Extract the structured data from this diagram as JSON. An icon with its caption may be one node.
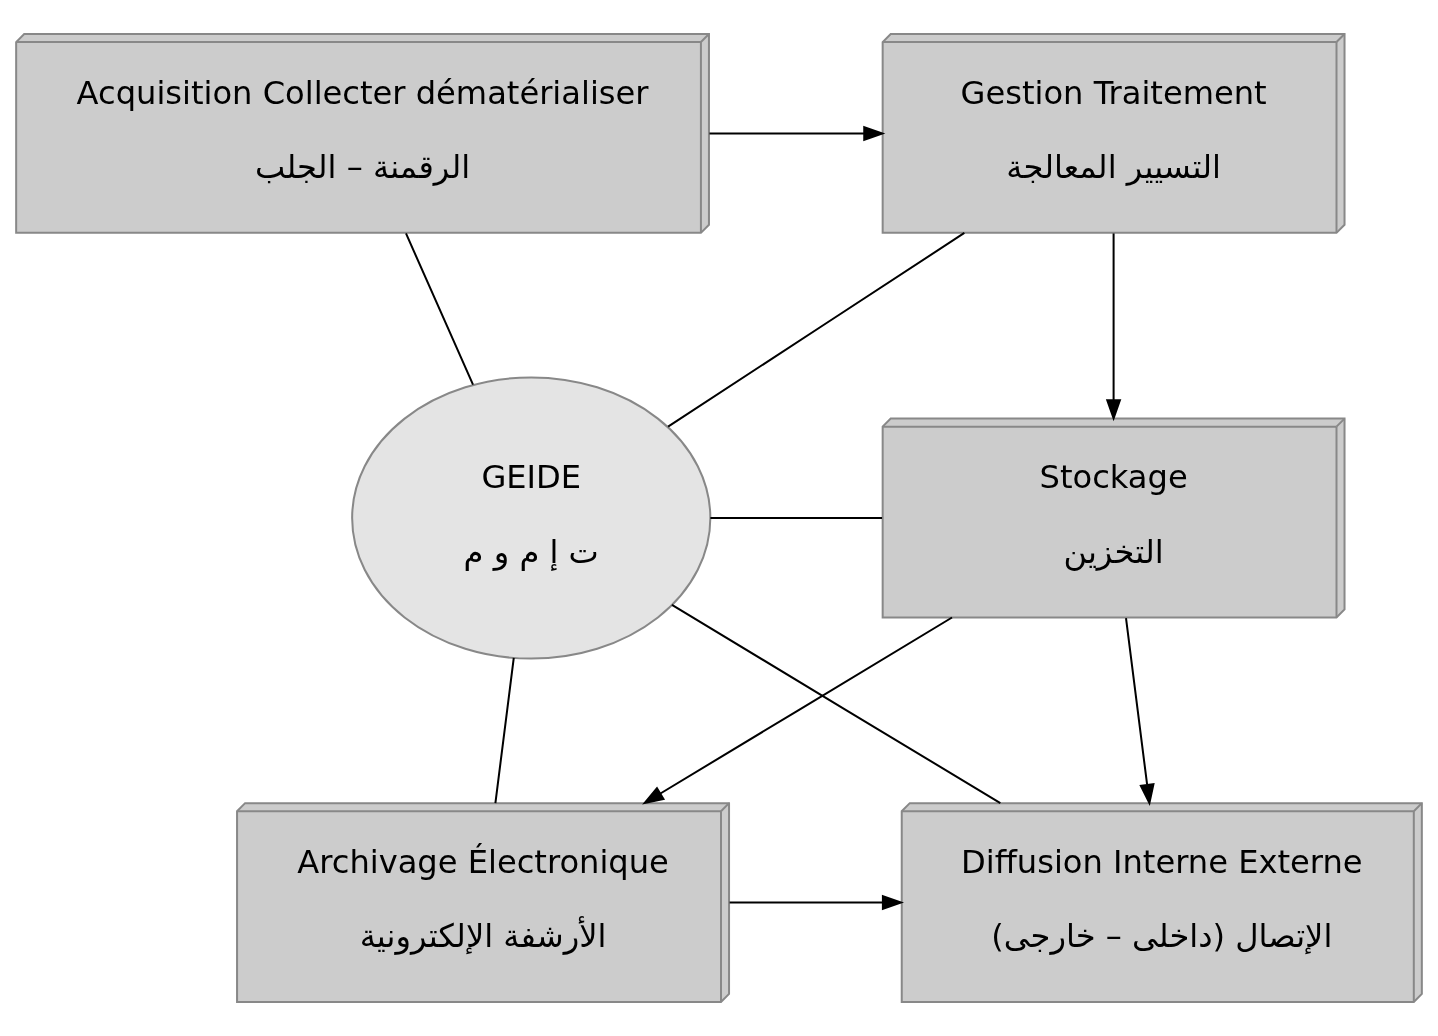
{
  "diagram": {
    "nodes": [
      {
        "text": [
          "Acquisition Collecter dématérialiser",
          "الرقمنة – الجلب"
        ]
      },
      {
        "text": [
          "Gestion Traitement",
          "التسيير المعالجة"
        ]
      },
      {
        "text": [
          "Stockage",
          "التخزين"
        ]
      },
      {
        "text": [
          "GEIDE",
          "ت إ م و م"
        ]
      },
      {
        "text": [
          "Diffusion Interne Externe",
          "الإتصال (داخلى – خارجى)"
        ]
      },
      {
        "text": [
          "Archivage Électronique",
          "الأرشفة الإلكترونية"
        ]
      }
    ],
    "edges": [
      {
        "from": 0,
        "to": 1,
        "arrow": "to"
      },
      {
        "from": 1,
        "to": 2,
        "arrow": "to"
      },
      {
        "from": 3,
        "to": 0,
        "arrow": "none"
      },
      {
        "from": 3,
        "to": 1,
        "arrow": "none"
      },
      {
        "from": 3,
        "to": 2,
        "arrow": "none"
      },
      {
        "from": 3,
        "to": 4,
        "arrow": "none"
      },
      {
        "from": 3,
        "to": 5,
        "arrow": "none"
      },
      {
        "from": 2,
        "to": 4,
        "arrow": "to"
      },
      {
        "from": 2,
        "to": 5,
        "arrow": "to"
      },
      {
        "from": 5,
        "to": 4,
        "arrow": "to"
      }
    ]
  }
}
